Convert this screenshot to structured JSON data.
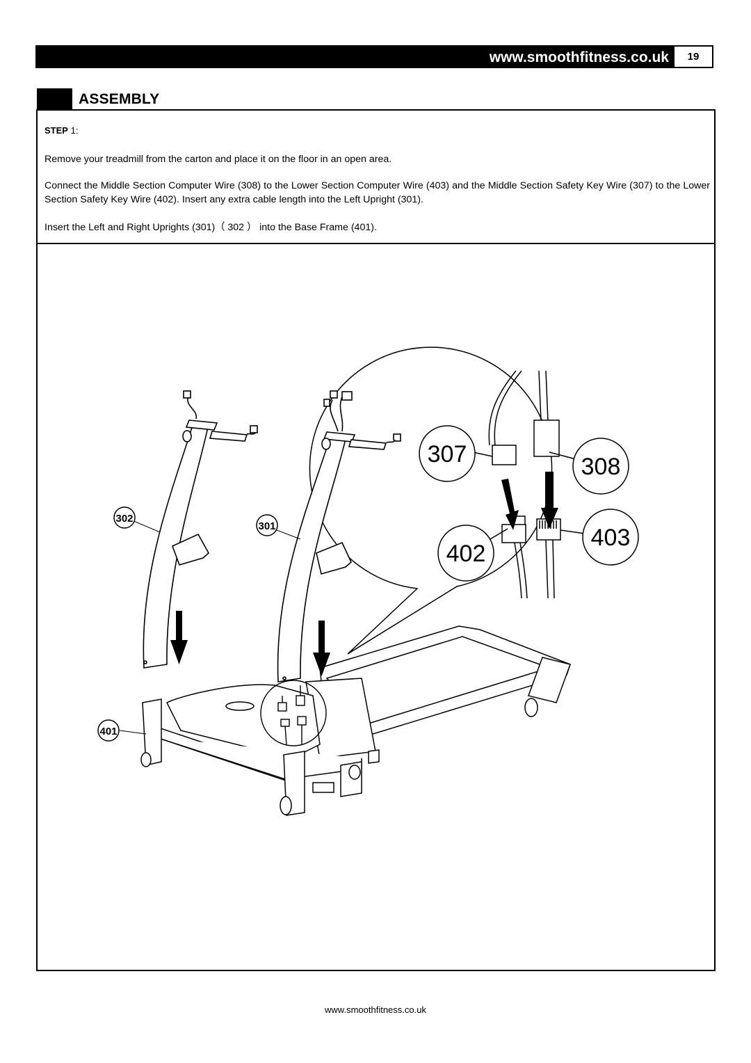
{
  "header": {
    "url": "www.smoothfitness.co.uk",
    "page_number": "19"
  },
  "section": {
    "title": "ASSEMBLY"
  },
  "step": {
    "label": "STEP",
    "number": "1",
    "paragraphs": [
      "Remove your treadmill from the carton and place it on the floor in an open area.",
      "Connect the Middle Section Computer Wire (308) to the Lower Section Computer Wire (403) and the Middle Section Safety Key Wire (307) to the Lower Section Safety Key Wire (402).   Insert any extra cable length into the Left Upright (301).",
      "Insert the Left and Right Uprights (301)（ 302 ） into the Base Frame (401)."
    ]
  },
  "diagram": {
    "callouts": {
      "right_upright": "302",
      "left_upright": "301",
      "base_frame": "401",
      "safety_key_wire_middle": "307",
      "computer_wire_middle": "308",
      "safety_key_wire_lower": "402",
      "computer_wire_lower": "403"
    }
  },
  "footer": {
    "url": "www.smoothfitness.co.uk"
  }
}
